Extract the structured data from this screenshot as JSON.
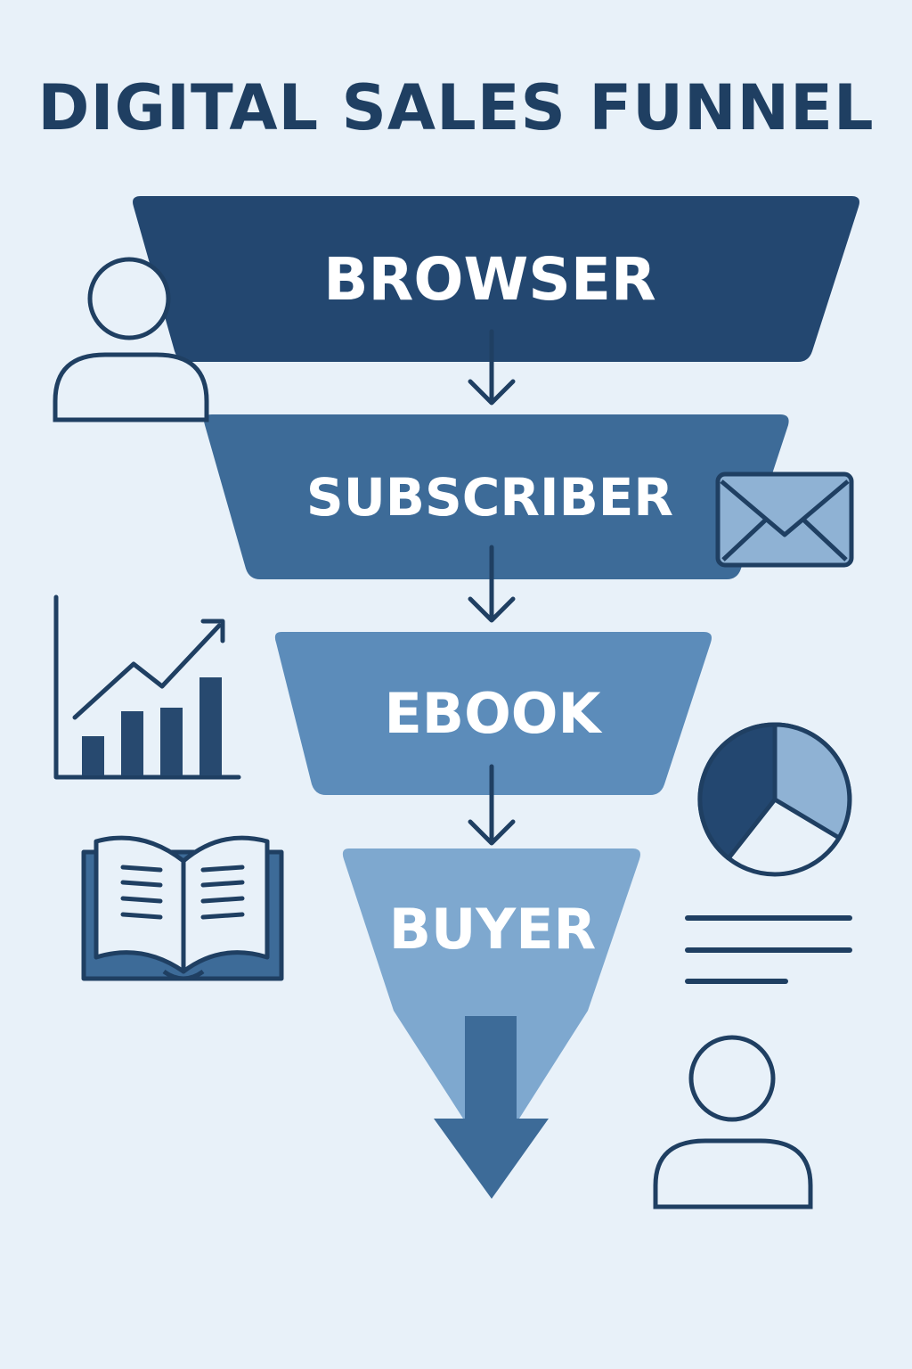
{
  "title": "DIGITAL SALES FUNNEL",
  "stages": [
    {
      "label": "BROWSER",
      "color": "#234770"
    },
    {
      "label": "SUBSCRIBER",
      "color": "#3d6b98"
    },
    {
      "label": "EBOOK",
      "color": "#5c8cba"
    },
    {
      "label": "BUYER",
      "color": "#7ea8cf"
    }
  ],
  "colors": {
    "background": "#e8f1f9",
    "outline": "#1f3f62",
    "icon_fill_dark": "#27496f",
    "icon_fill_mid": "#3d6b98",
    "icon_fill_light": "#8fb2d4"
  },
  "icons": [
    "person-icon",
    "envelope-icon",
    "bar-chart-icon",
    "book-icon",
    "pie-chart-icon",
    "text-lines-icon",
    "person-icon"
  ]
}
